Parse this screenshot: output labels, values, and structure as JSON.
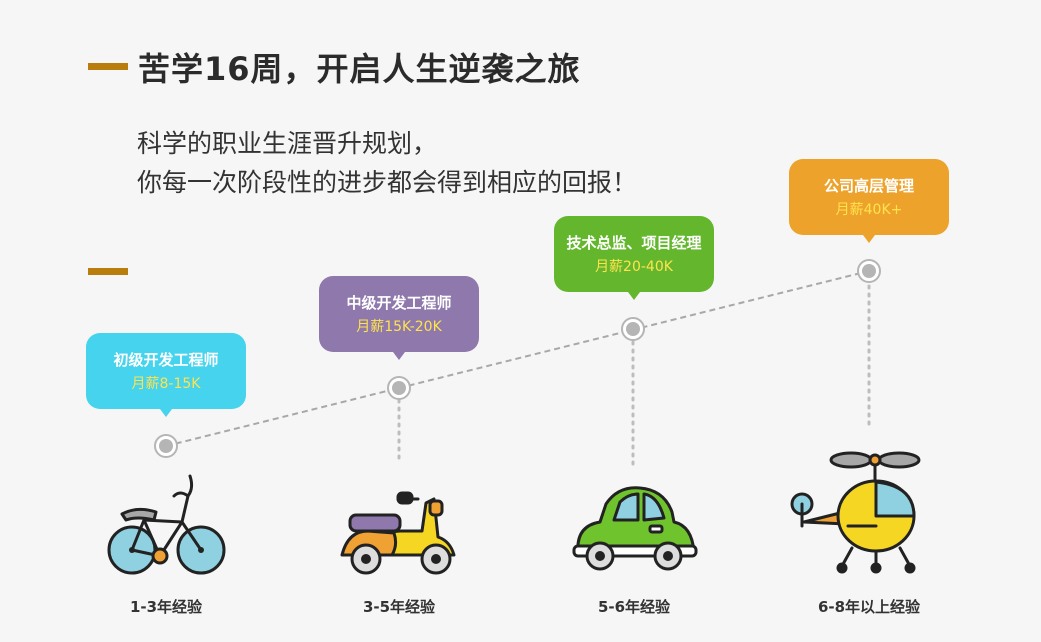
{
  "header": {
    "title": "苦学16周，开启人生逆袭之旅",
    "subtitle_line1": "科学的职业生涯晋升规划，",
    "subtitle_line2": "你每一次阶段性的进步都会得到相应的回报！"
  },
  "stages": [
    {
      "role": "初级开发工程师",
      "salary": "月薪8-15K",
      "experience": "1-3年经验",
      "vehicle": "bicycle-icon",
      "color": "#45d3ee"
    },
    {
      "role": "中级开发工程师",
      "salary": "月薪15K-20K",
      "experience": "3-5年经验",
      "vehicle": "scooter-icon",
      "color": "#8e78ac"
    },
    {
      "role": "技术总监、项目经理",
      "salary": "月薪20-40K",
      "experience": "5-6年经验",
      "vehicle": "car-icon",
      "color": "#64b72d"
    },
    {
      "role": "公司高层管理",
      "salary": "月薪40K+",
      "experience": "6-8年以上经验",
      "vehicle": "helicopter-icon",
      "color": "#eda22b"
    }
  ]
}
